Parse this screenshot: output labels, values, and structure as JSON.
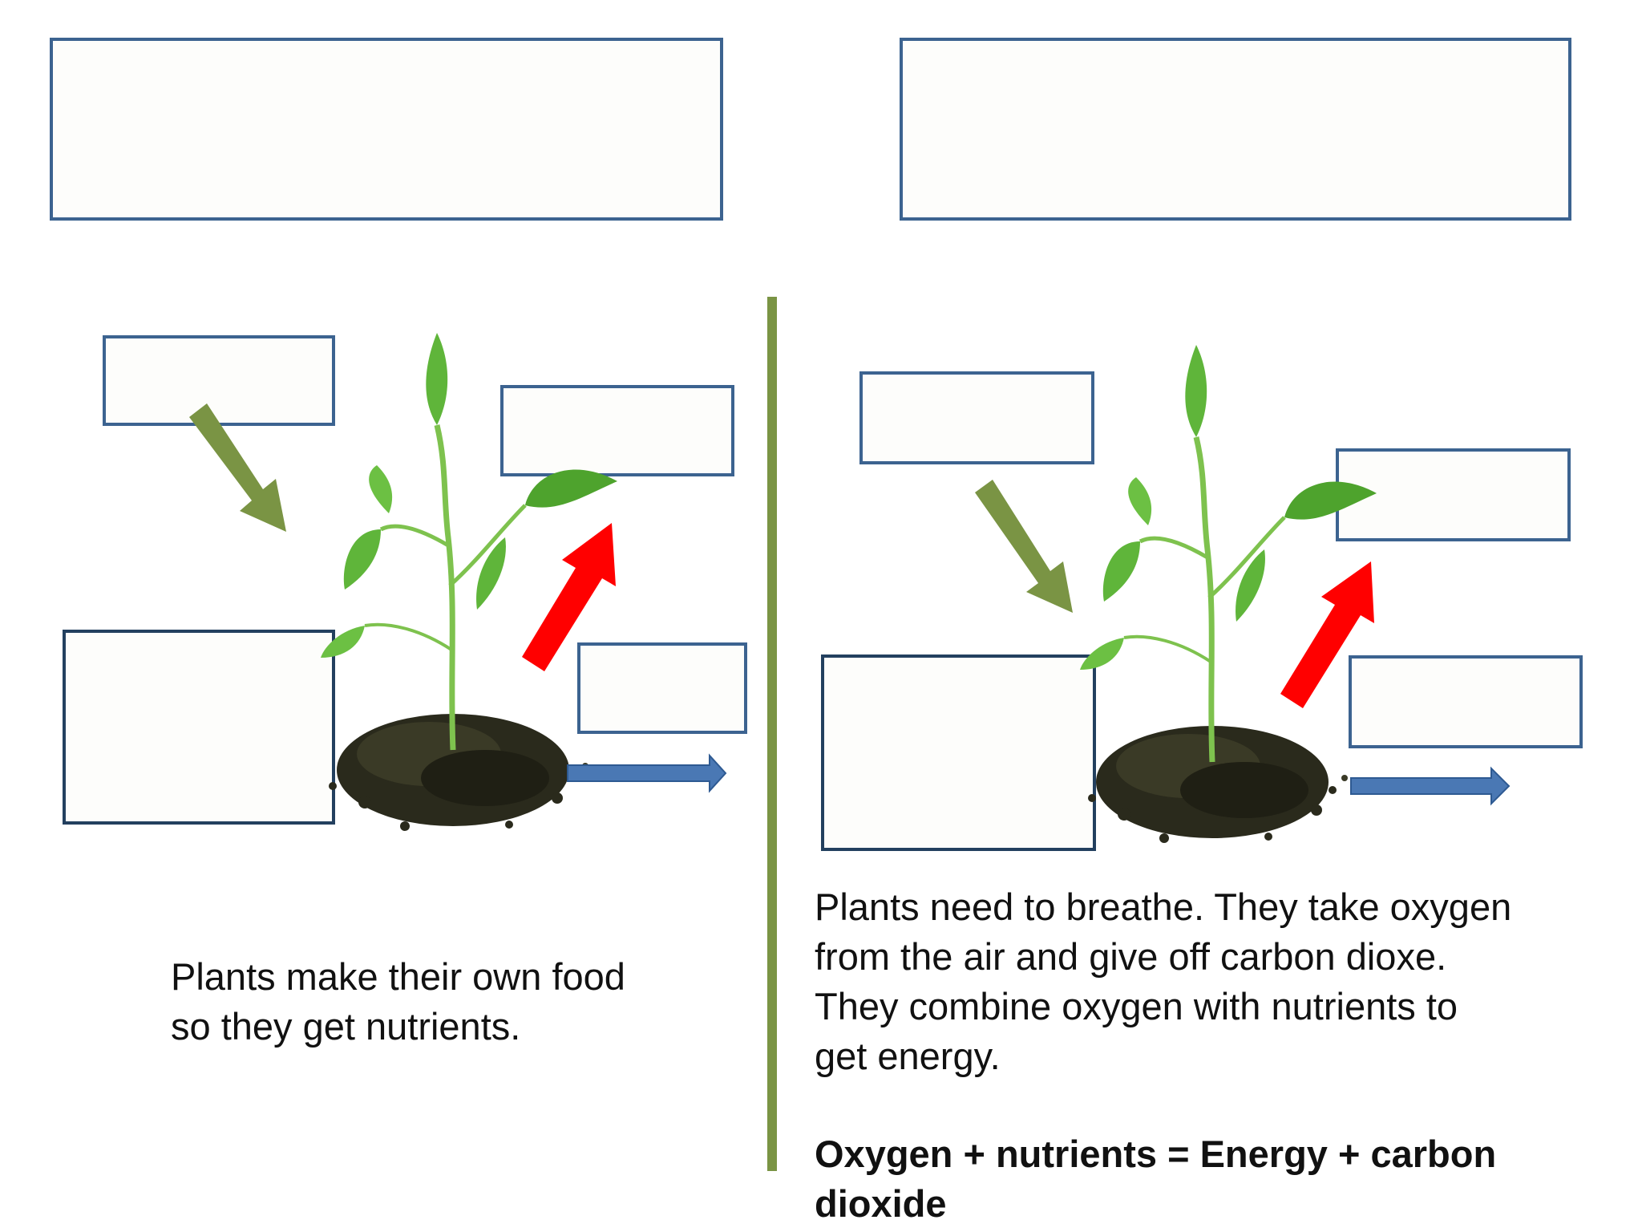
{
  "left_panel": {
    "description": "Plants make their own food\nso they get nutrients."
  },
  "right_panel": {
    "description": "Plants need to breathe. They take oxygen\nfrom the air and give off carbon dioxe.\nThey combine oxygen with nutrients to\nget energy.",
    "equation": "Oxygen + nutrients =  Energy + carbon\ndioxide"
  },
  "colors": {
    "box_border": "#3c6390",
    "divider": "#7a9444",
    "input_arrow": "#7a9444",
    "output_arrow_red": "#ff0000",
    "output_arrow_blue": "#4a78b4",
    "leaf": "#5fb53a",
    "soil": "#2a2a1c"
  },
  "icons": {
    "input_arrow": "arrow-down-right-icon",
    "up_arrow": "arrow-up-right-icon",
    "right_arrow": "arrow-right-icon",
    "plant": "seedling-in-soil-icon"
  }
}
